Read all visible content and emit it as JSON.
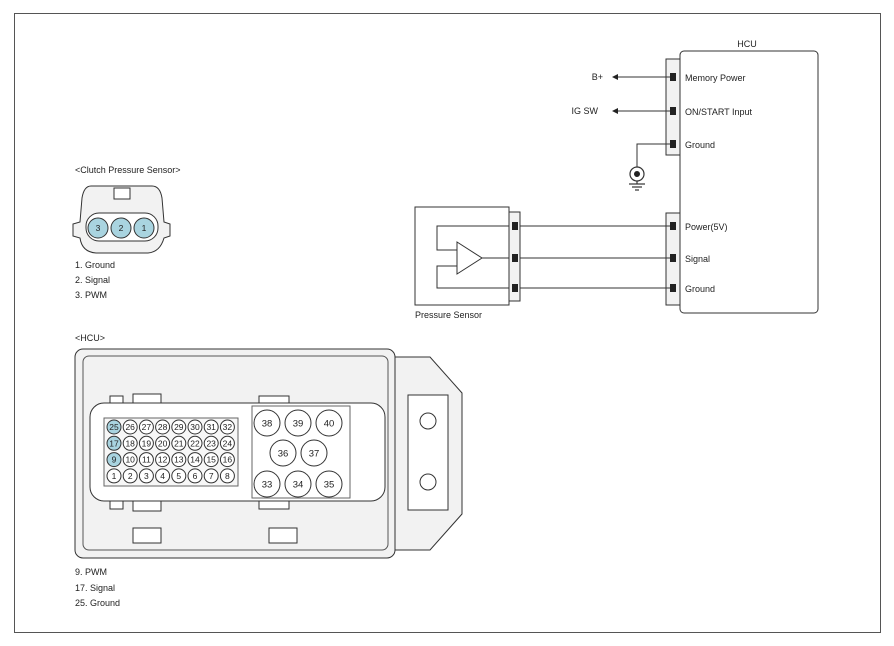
{
  "schematic": {
    "hcu_title": "HCU",
    "hcu_pins": [
      "Memory Power",
      "ON/START Input",
      "Ground",
      "Power(5V)",
      "Signal",
      "Ground"
    ],
    "bplus": "B+",
    "igsw": "IG SW",
    "pressure_sensor": "Pressure Sensor"
  },
  "clutch_sensor": {
    "title": "<Clutch Pressure Sensor>",
    "pins": [
      "3",
      "2",
      "1"
    ],
    "legend": [
      "1. Ground",
      "2. Signal",
      "3. PWM"
    ],
    "highlight_color": "#a9d4e0"
  },
  "hcu_connector": {
    "title": "<HCU>",
    "small_pins_row1": [
      "25",
      "26",
      "27",
      "28",
      "29",
      "30",
      "31",
      "32"
    ],
    "small_pins_row2": [
      "17",
      "18",
      "19",
      "20",
      "21",
      "22",
      "23",
      "24"
    ],
    "small_pins_row3": [
      "9",
      "10",
      "11",
      "12",
      "13",
      "14",
      "15",
      "16"
    ],
    "small_pins_row4": [
      "1",
      "2",
      "3",
      "4",
      "5",
      "6",
      "7",
      "8"
    ],
    "big_pins_row1": [
      "38",
      "39",
      "40"
    ],
    "big_pins_row2": [
      "36",
      "37"
    ],
    "big_pins_row3": [
      "33",
      "34",
      "35"
    ],
    "highlighted_pins": [
      "25",
      "17",
      "9"
    ],
    "legend": [
      "9. PWM",
      "17. Signal",
      "25. Ground"
    ],
    "highlight_color": "#a9d4e0"
  }
}
